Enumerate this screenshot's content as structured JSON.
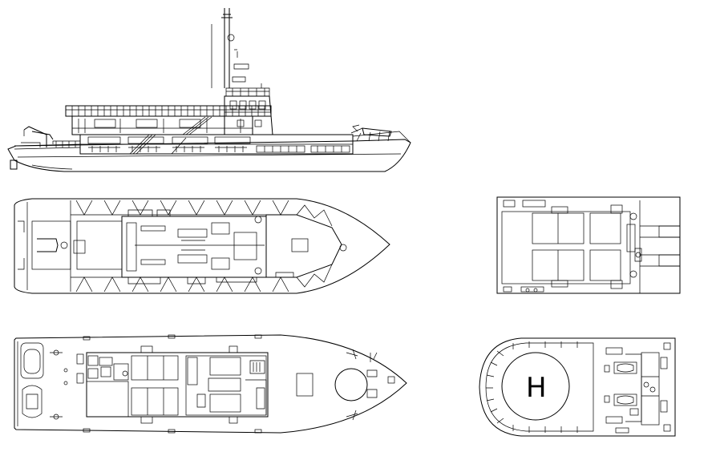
{
  "drawing": {
    "views": [
      {
        "id": "profile",
        "kind": "side-elevation"
      },
      {
        "id": "main-deck",
        "kind": "plan"
      },
      {
        "id": "upper-deck",
        "kind": "plan"
      },
      {
        "id": "bridge-deck",
        "kind": "plan"
      },
      {
        "id": "helideck",
        "kind": "plan"
      }
    ],
    "helipad_marking": "H",
    "line_color": "#000000",
    "background_color": "#ffffff"
  }
}
